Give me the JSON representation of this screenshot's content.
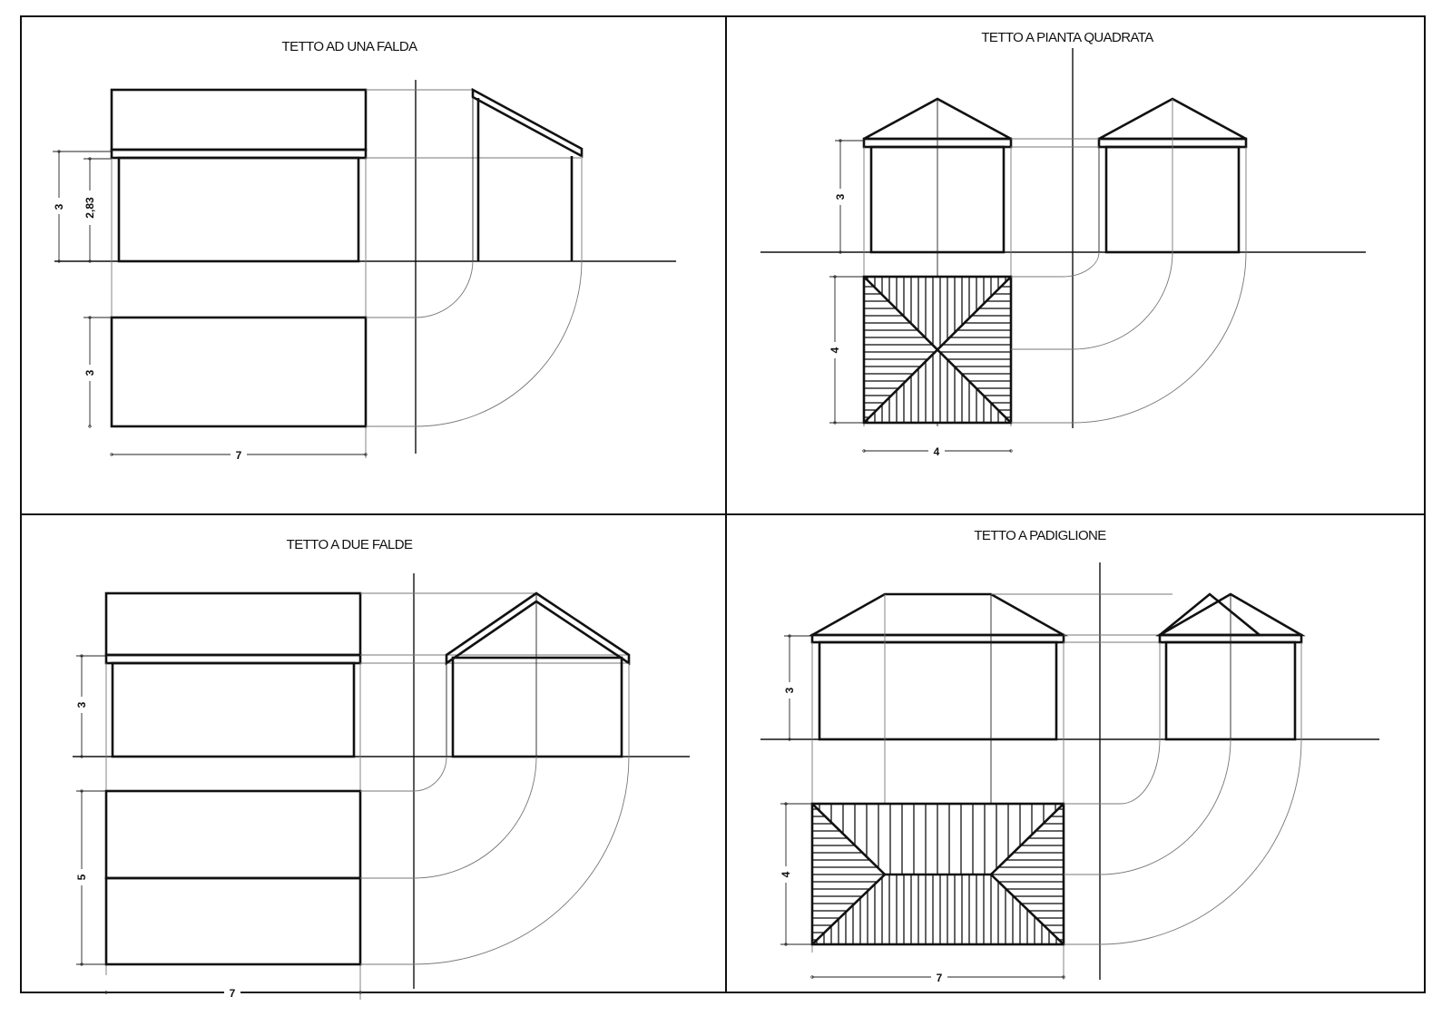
{
  "sheet": {
    "panels": [
      {
        "id": "one-slope",
        "title": "TETTO AD UNA FALDA",
        "dimensions": {
          "height_total": "3",
          "height_wall": "2,83",
          "depth": "3",
          "width": "7"
        }
      },
      {
        "id": "square-plan",
        "title": "TETTO A PIANTA QUADRATA",
        "dimensions": {
          "height": "3",
          "depth": "4",
          "width": "4"
        }
      },
      {
        "id": "two-slopes",
        "title": "TETTO A DUE FALDE",
        "dimensions": {
          "height": "3",
          "depth": "5",
          "width": "7"
        }
      },
      {
        "id": "pavilion",
        "title": "TETTO A PADIGLIONE",
        "dimensions": {
          "height": "3",
          "depth": "4",
          "width": "7"
        }
      }
    ]
  },
  "colors": {
    "line": "#111111",
    "guide": "#777777",
    "background": "#ffffff"
  }
}
